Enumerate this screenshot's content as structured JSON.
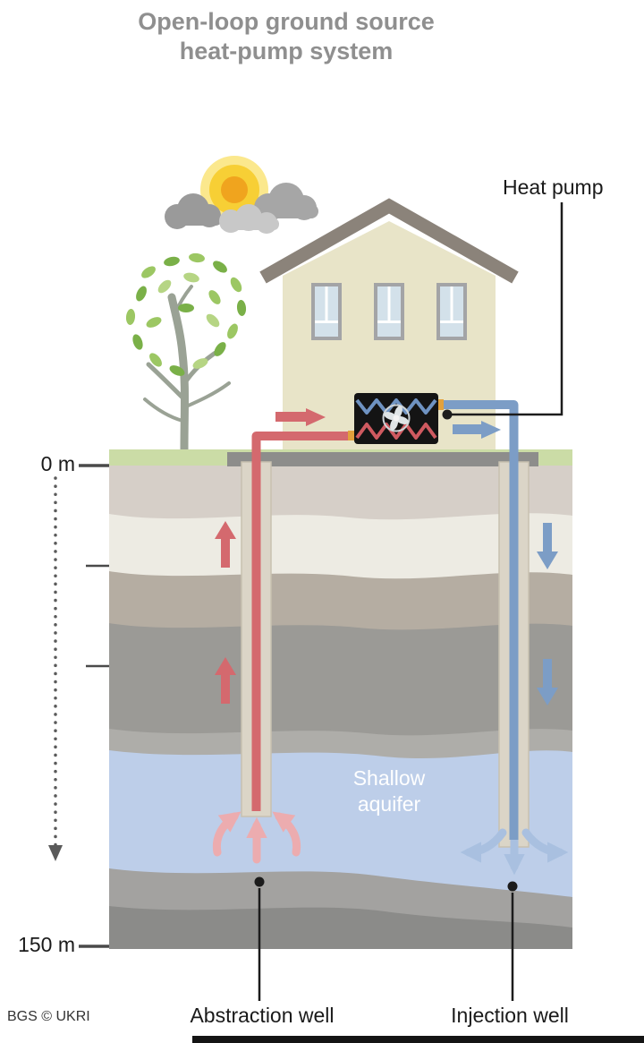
{
  "title": {
    "line1": "Open-loop ground source",
    "line2": "heat-pump system"
  },
  "labels": {
    "heat_pump": "Heat pump",
    "depth_top": "0 m",
    "depth_bottom": "150 m",
    "aquifer_line1": "Shallow",
    "aquifer_line2": "aquifer",
    "abstraction_well": "Abstraction well",
    "injection_well": "Injection well",
    "credit": "BGS © UKRI"
  },
  "colors": {
    "title_text": "#8f8f8f",
    "warm_flow": "#d4696e",
    "warm_flow_pale": "#ecacaf",
    "cold_flow": "#7c9dc6",
    "cold_flow_pale": "#a9c0e0",
    "aquifer": "#bdcee9",
    "grass": "#cbdca6",
    "house_wall": "#e8e4c8",
    "roof": "#8b837a",
    "sun": "#f0a41e"
  },
  "icons": {
    "sun": "sun-icon",
    "clouds": "cloud-icon",
    "tree": "tree-icon",
    "house": "house-icon",
    "heat_exchanger": "heat-exchanger",
    "fan": "fan-icon"
  }
}
